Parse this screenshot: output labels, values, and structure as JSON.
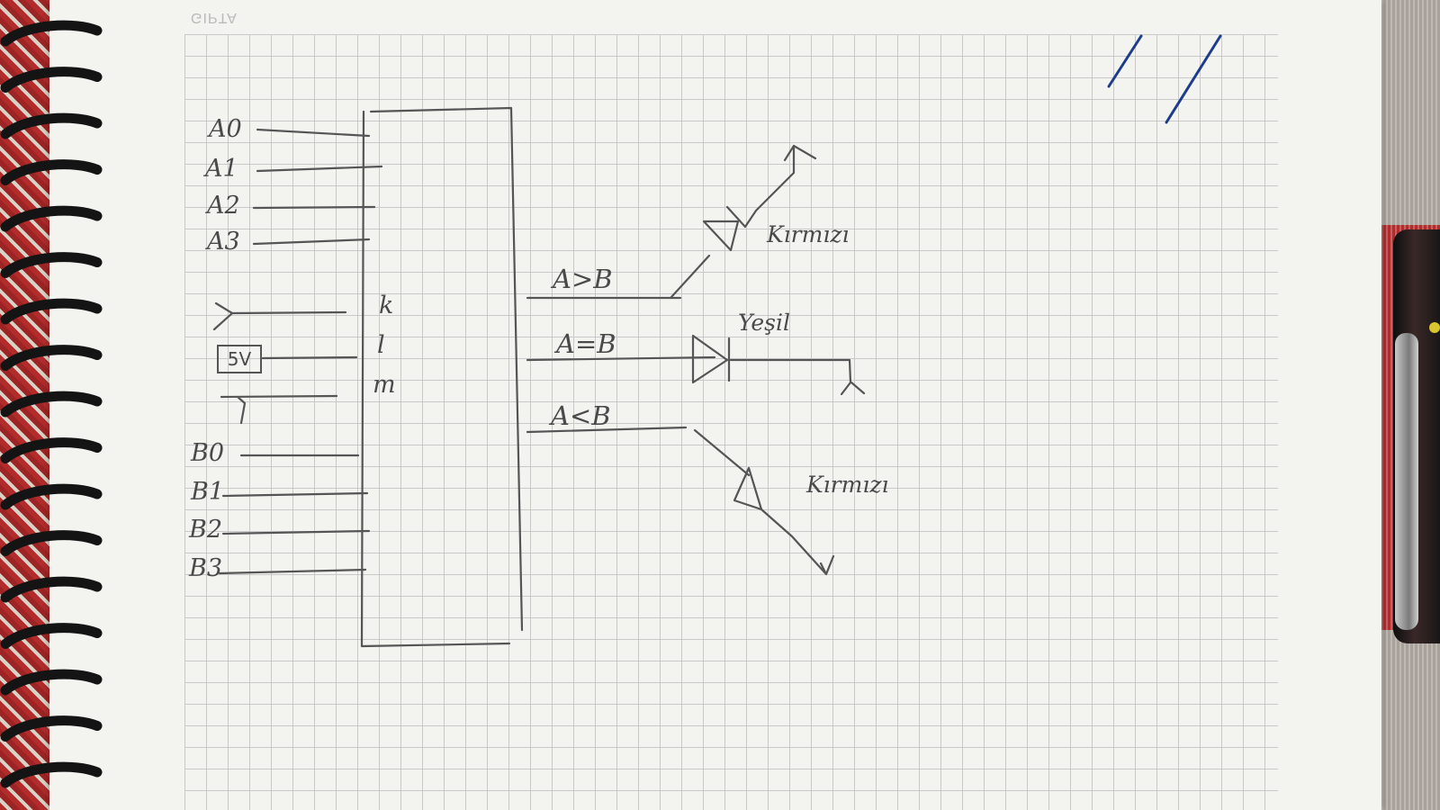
{
  "brand": "GIPTA",
  "inputs": {
    "a": [
      "A0",
      "A1",
      "A2",
      "A3"
    ],
    "supply": "5V",
    "b": [
      "B0",
      "B1",
      "B2",
      "B3"
    ]
  },
  "ic_label": [
    "k",
    "l",
    "m"
  ],
  "outputs": [
    {
      "label": "A>B",
      "led": "Kırmızı"
    },
    {
      "label": "A=B",
      "led": "Yeşil"
    },
    {
      "label": "A<B",
      "led": "Kırmızı"
    }
  ],
  "colors": {
    "paper": "#f3f3f0",
    "grid": "#c9c9c9",
    "pencil": "#4a4a4a",
    "pen_ink": "#1d3c8a"
  }
}
